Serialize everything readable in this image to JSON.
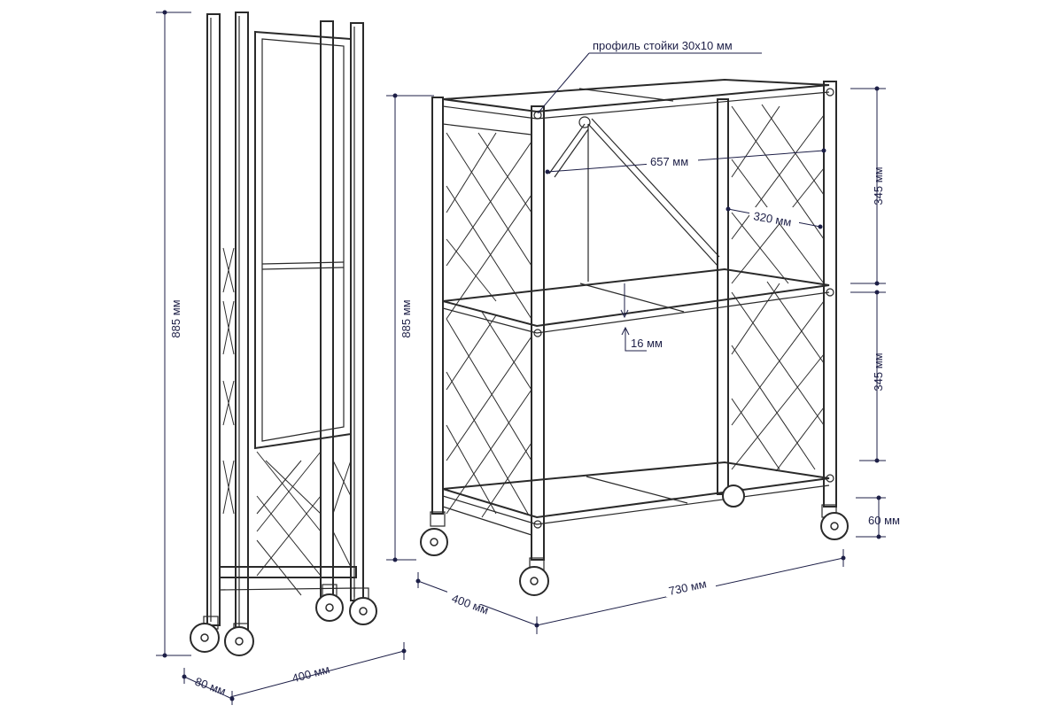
{
  "annotations": {
    "profile_label": "профиль стойки  30х10 мм",
    "width_inner": "657 мм",
    "depth_inner": "320 мм",
    "shelf_thickness": "16 мм"
  },
  "dimensions": {
    "folded_height": "885 мм",
    "height": "885 мм",
    "tier_upper": "345 мм",
    "tier_lower": "345 мм",
    "wheel_height": "60 мм",
    "depth": "400 мм",
    "width": "730 мм",
    "folded_depth": "400 мм",
    "folded_thickness": "80 мм"
  },
  "colors": {
    "dimension": "#1d1f47",
    "frame": "#2a2a2a"
  }
}
